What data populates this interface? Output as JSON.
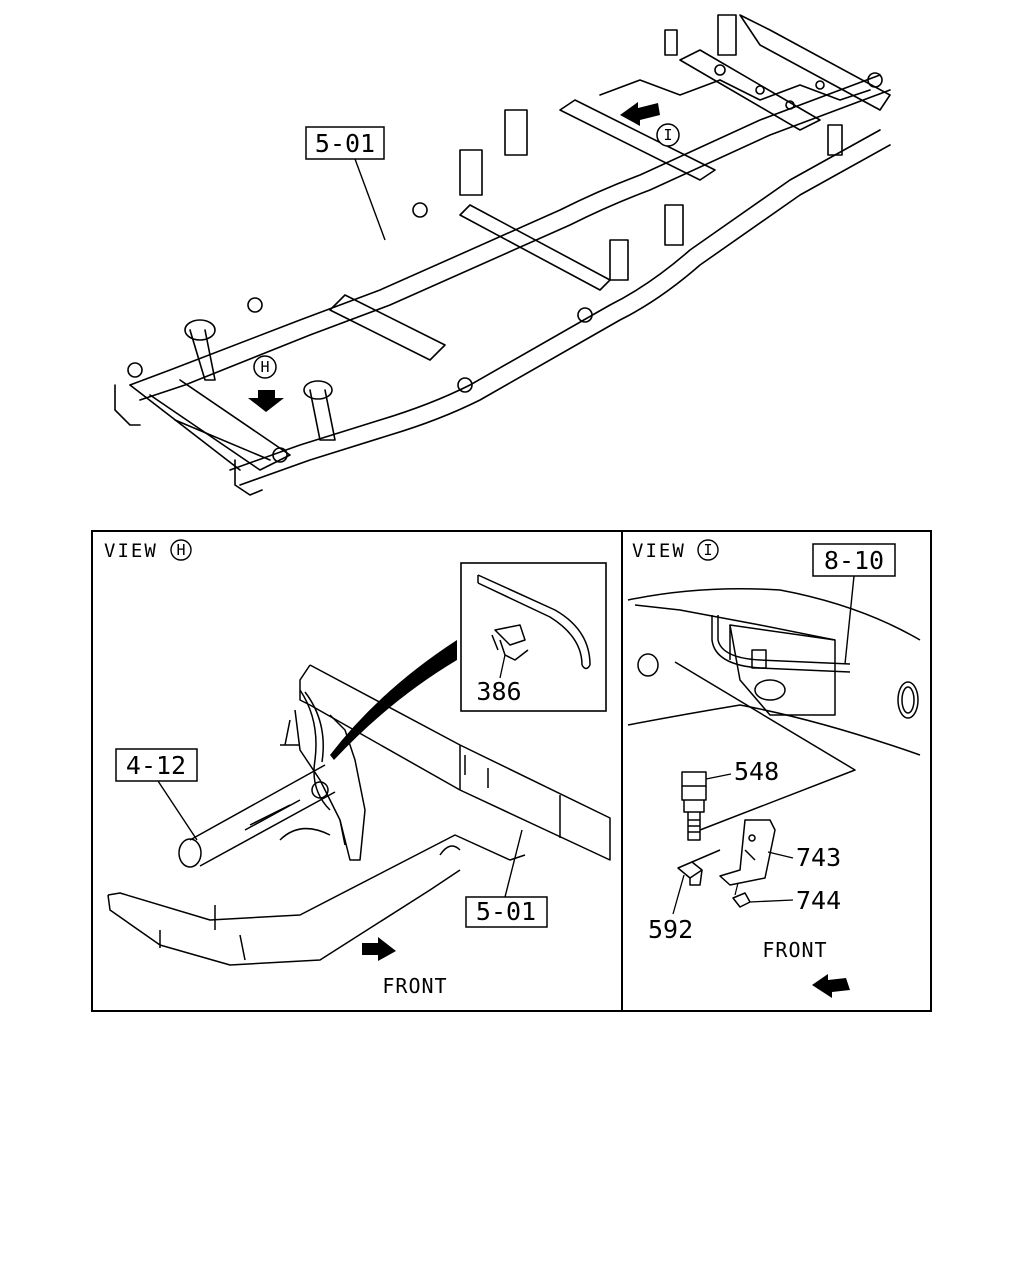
{
  "callouts": {
    "frame_main": "5-01",
    "exhaust": "4-12",
    "frame_view_h": "5-01",
    "harness": "8-10",
    "clip": "386",
    "sensor": "548",
    "bracket": "743",
    "nut": "744",
    "bolt": "592"
  },
  "view_markers": {
    "h": "H",
    "i": "I"
  },
  "view_h": {
    "label": "VIEW",
    "marker": "H",
    "front": "FRONT"
  },
  "view_i": {
    "label": "VIEW",
    "marker": "I",
    "front": "FRONT"
  },
  "colors": {
    "line": "#000000",
    "background": "#ffffff"
  }
}
